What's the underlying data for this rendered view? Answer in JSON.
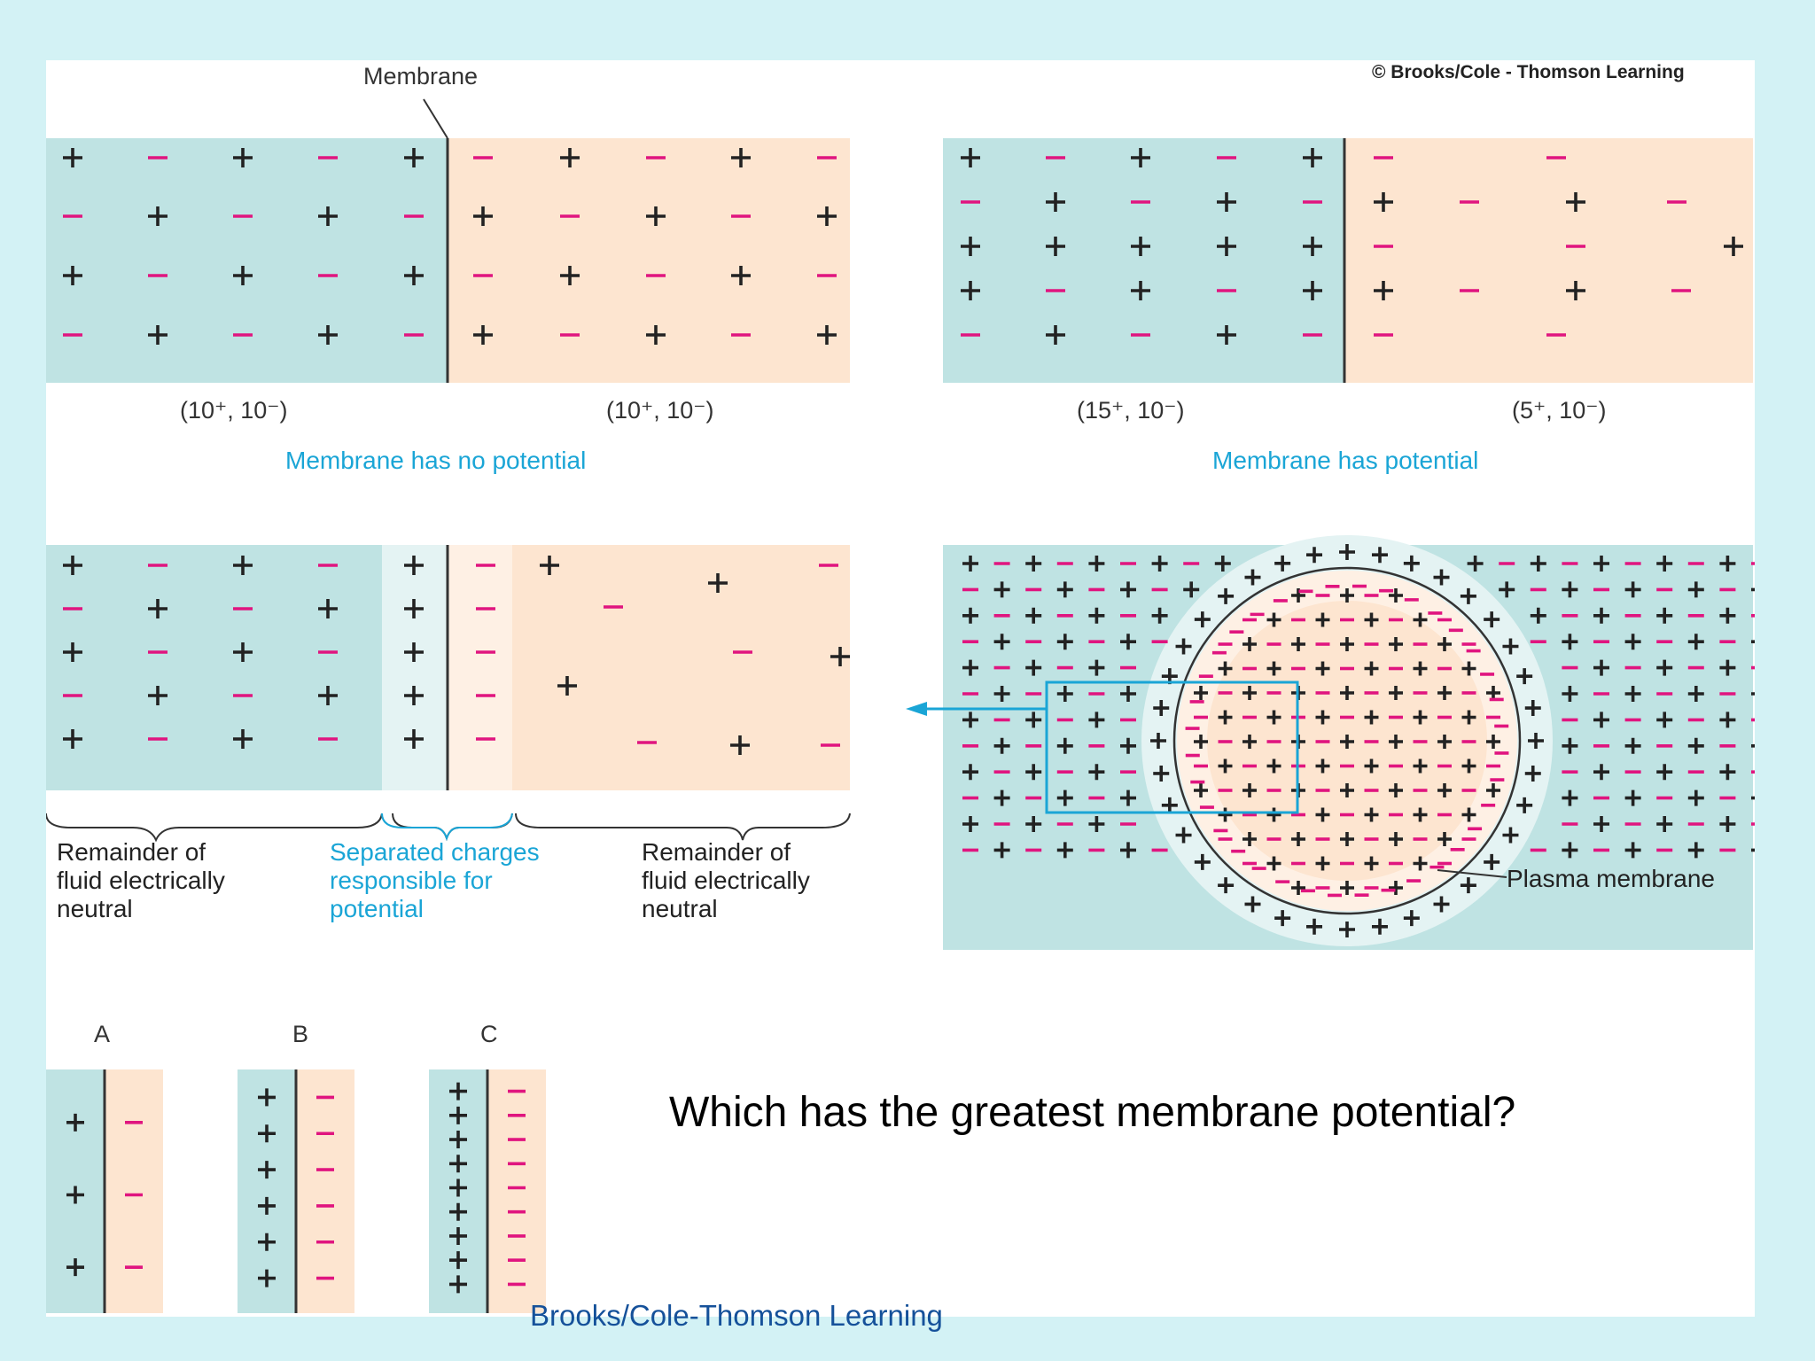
{
  "copyright": "© Brooks/Cole - Thomson Learning",
  "footer_credit": "Brooks/Cole-Thomson Learning",
  "question": "Which has the greatest membrane potential?",
  "colors": {
    "background": "#d3f2f5",
    "extracellular_fill": "#bfe3e3",
    "intracellular_fill": "#fde5d0",
    "positive_charge": "#222222",
    "negative_charge": "#e0157f",
    "accent_blue": "#1aa5d6"
  },
  "panel_top_left": {
    "membrane_label": "Membrane",
    "left_count": "(10⁺, 10⁻)",
    "right_count": "(10⁺, 10⁻)",
    "caption": "Membrane has no potential"
  },
  "panel_top_right": {
    "left_count": "(15⁺, 10⁻)",
    "right_count": "(5⁺, 10⁻)",
    "caption": "Membrane has potential"
  },
  "panel_middle_left": {
    "label_left": "Remainder of\nfluid electrically\nneutral",
    "label_center": "Separated charges\nresponsible for\npotential",
    "label_right": "Remainder of\nfluid electrically\nneutral"
  },
  "panel_middle_right": {
    "plasma_membrane_label": "Plasma membrane"
  },
  "comparison": [
    {
      "label": "A",
      "charge_pairs": 3
    },
    {
      "label": "B",
      "charge_pairs": 6
    },
    {
      "label": "C",
      "charge_pairs": 9
    }
  ]
}
